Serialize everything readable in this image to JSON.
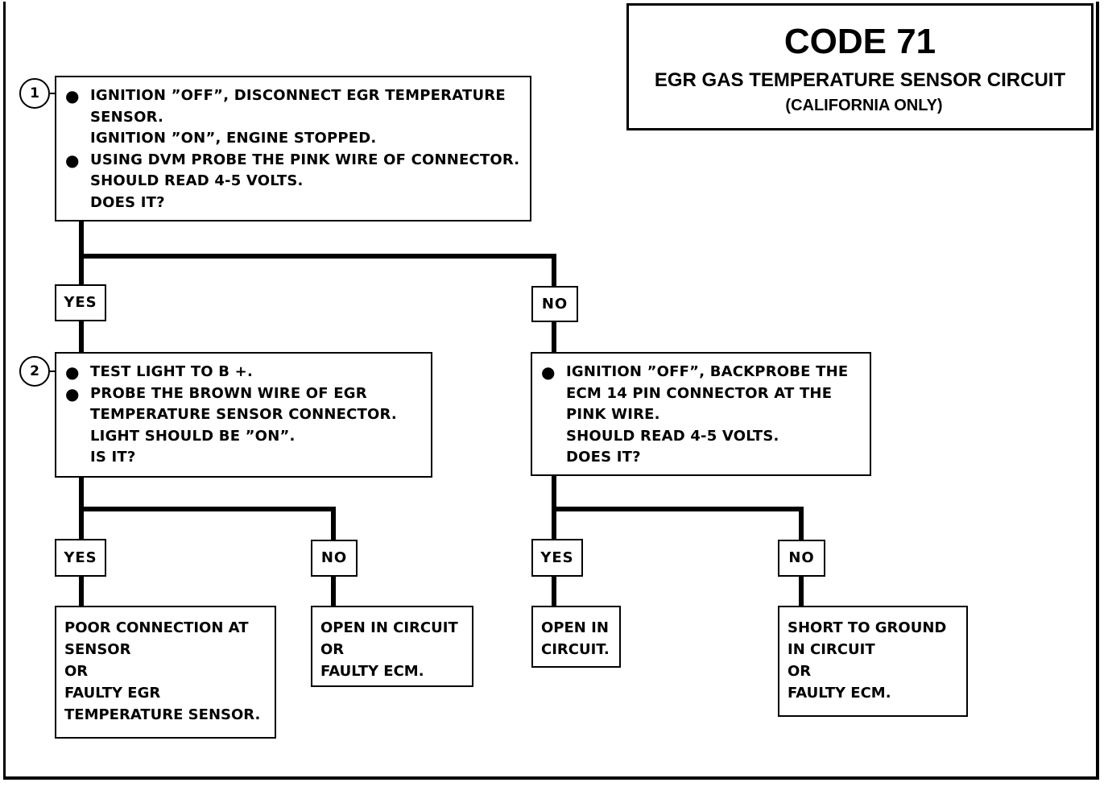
{
  "title": {
    "code": "CODE 71",
    "main": "EGR GAS TEMPERATURE SENSOR CIRCUIT",
    "sub": "(CALIFORNIA ONLY)"
  },
  "steps": {
    "step1": {
      "number": "1",
      "lines": [
        {
          "bullet": true,
          "text": "IGNITION ”OFF”, DISCONNECT EGR TEMPERATURE"
        },
        {
          "bullet": false,
          "text": "SENSOR."
        },
        {
          "bullet": false,
          "text": "IGNITION ”ON”, ENGINE STOPPED."
        },
        {
          "bullet": true,
          "text": "USING DVM PROBE THE PINK WIRE OF CONNECTOR."
        },
        {
          "bullet": false,
          "text": "SHOULD READ  4-5 VOLTS."
        },
        {
          "bullet": false,
          "text": "DOES IT?"
        }
      ]
    },
    "step2": {
      "number": "2",
      "lines": [
        {
          "bullet": true,
          "text": "TEST LIGHT TO B +."
        },
        {
          "bullet": true,
          "text": "PROBE THE BROWN WIRE OF EGR"
        },
        {
          "bullet": false,
          "text": "TEMPERATURE SENSOR CONNECTOR."
        },
        {
          "bullet": false,
          "text": "LIGHT SHOULD BE ”ON”."
        },
        {
          "bullet": false,
          "text": "IS IT?"
        }
      ]
    },
    "step3": {
      "lines": [
        {
          "bullet": true,
          "text": "IGNITION ”OFF”, BACKPROBE THE"
        },
        {
          "bullet": false,
          "text": "ECM 14 PIN CONNECTOR AT THE"
        },
        {
          "bullet": false,
          "text": "PINK WIRE."
        },
        {
          "bullet": false,
          "text": "SHOULD READ 4-5 VOLTS."
        },
        {
          "bullet": false,
          "text": "DOES IT?"
        }
      ]
    }
  },
  "labels": {
    "yes": "YES",
    "no": "NO"
  },
  "results": {
    "r1": [
      "POOR CONNECTION AT",
      "SENSOR",
      "OR",
      "FAULTY EGR",
      "TEMPERATURE SENSOR."
    ],
    "r2": [
      "OPEN IN CIRCUIT",
      "OR",
      "FAULTY ECM."
    ],
    "r3": [
      "OPEN IN",
      "CIRCUIT."
    ],
    "r4": [
      "SHORT TO GROUND",
      "IN CIRCUIT",
      "OR",
      "FAULTY ECM."
    ]
  }
}
